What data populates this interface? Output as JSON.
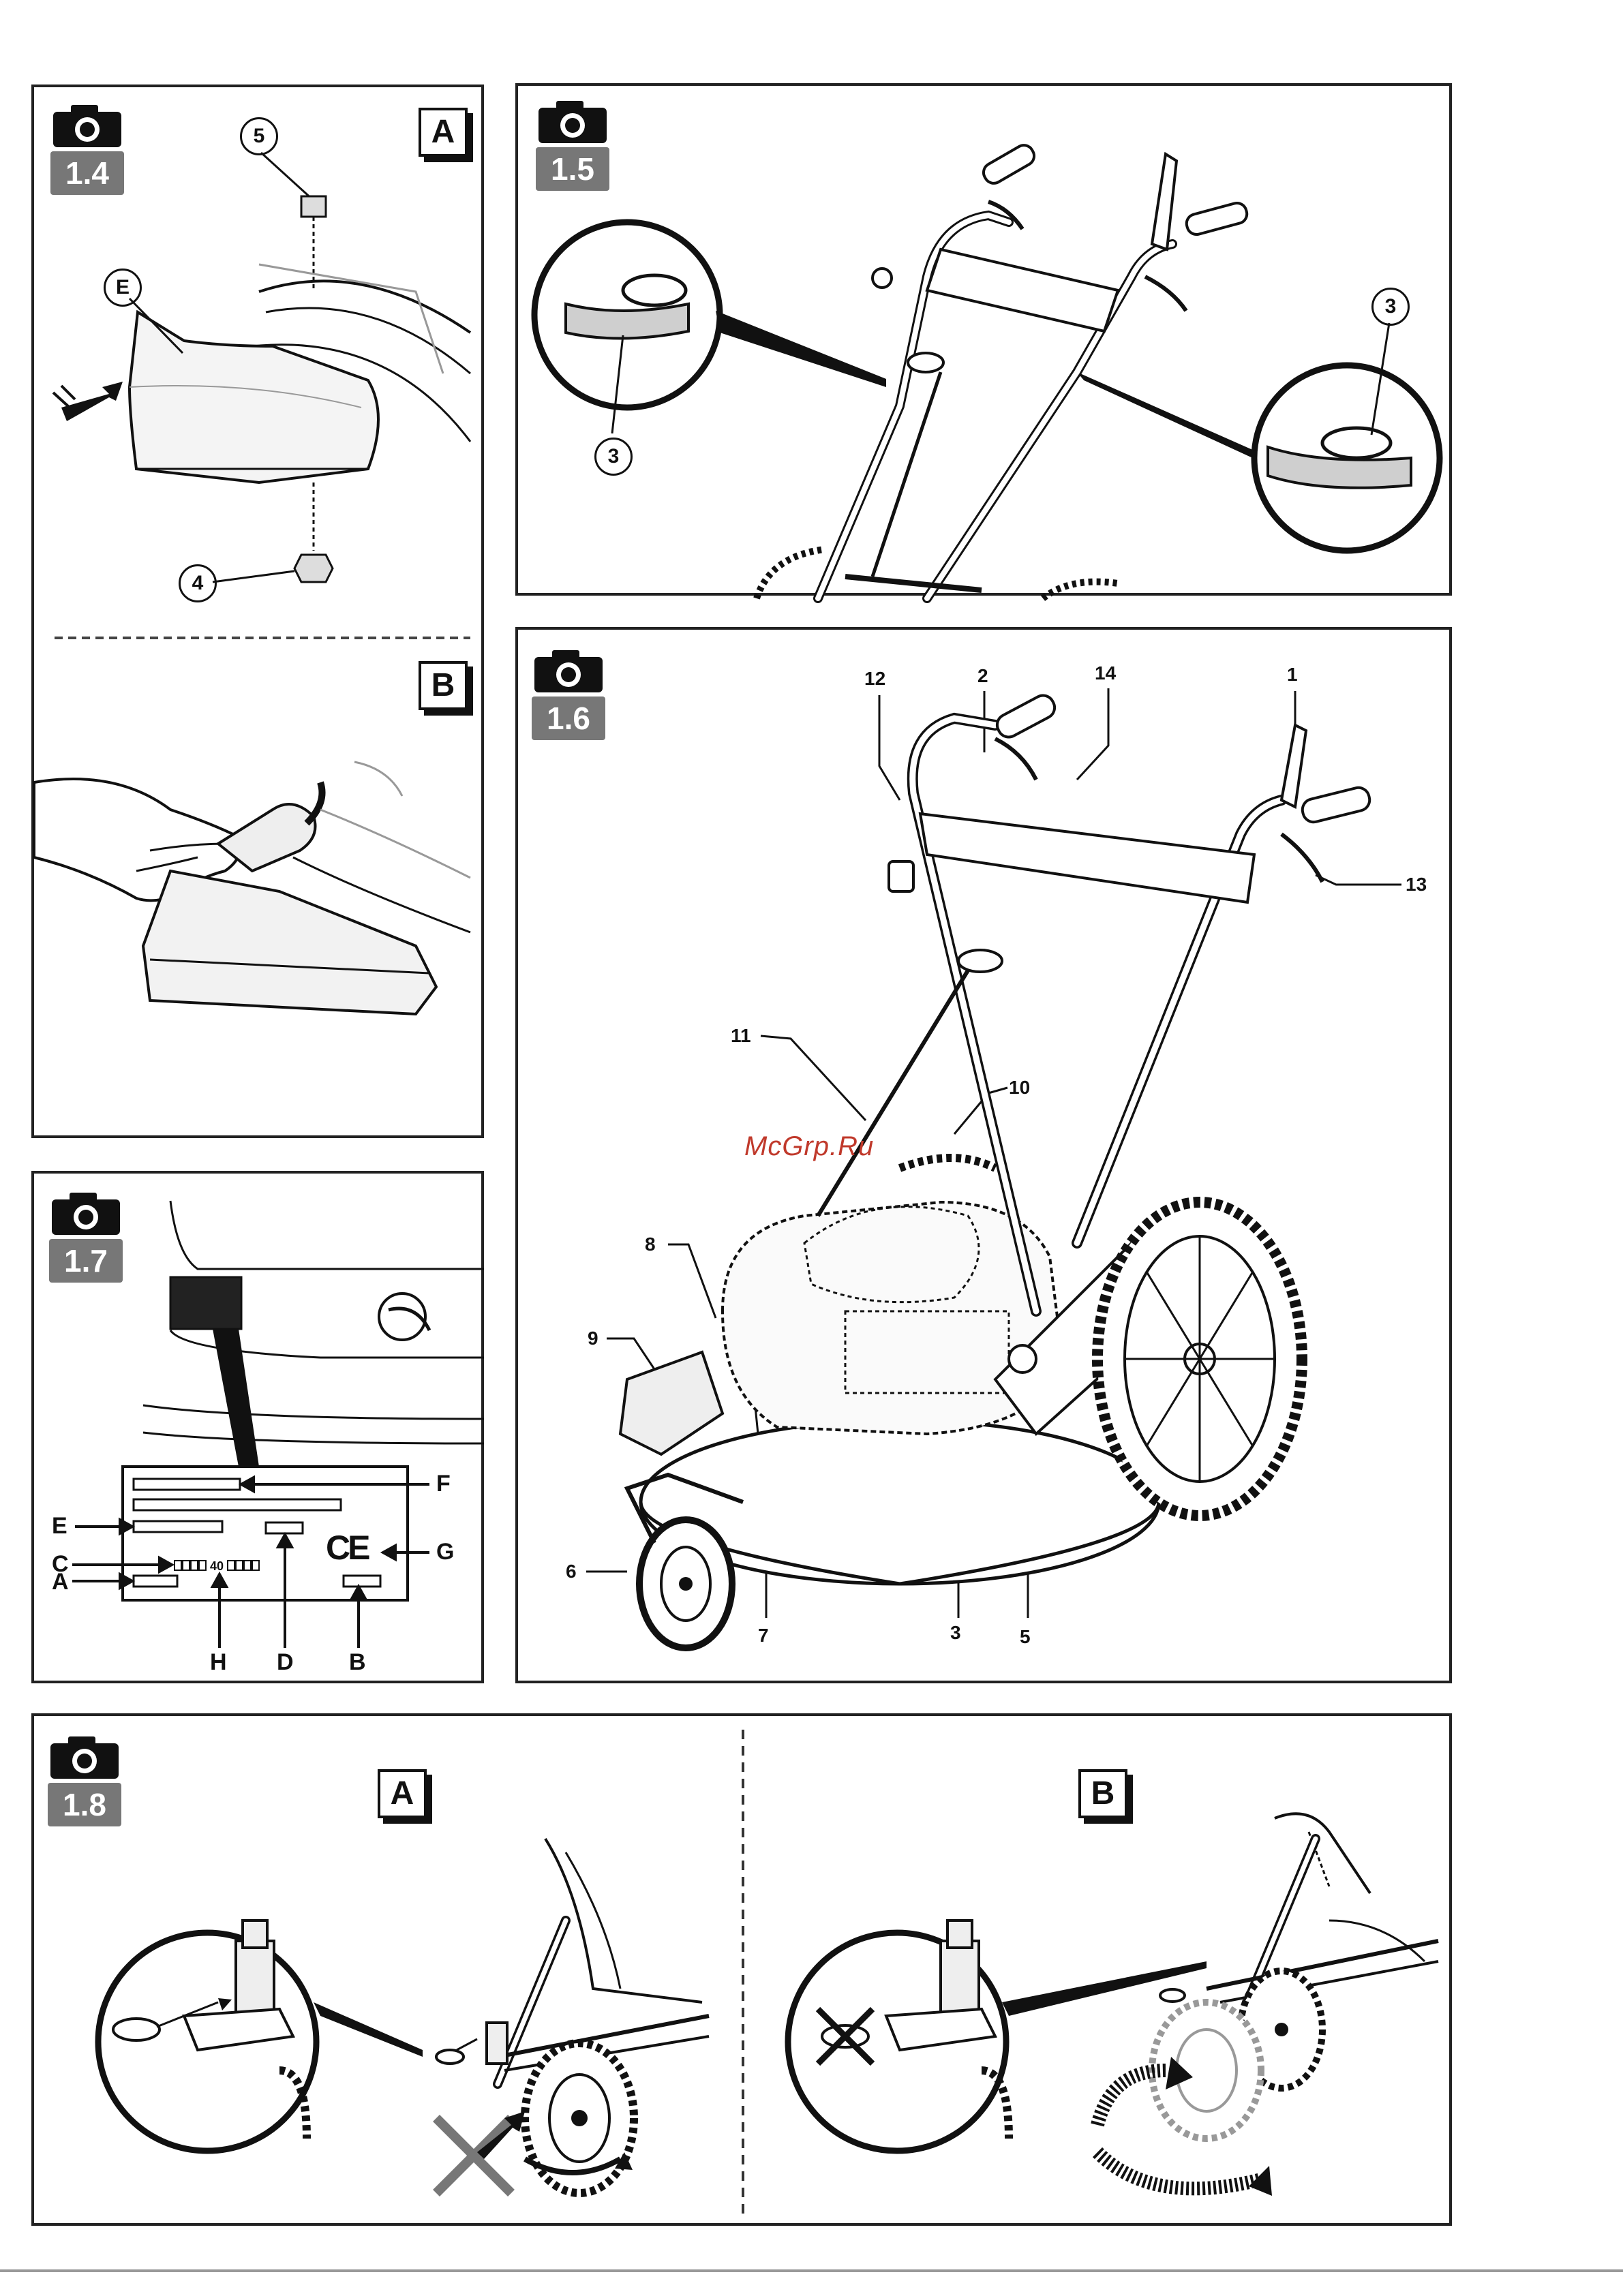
{
  "watermark": "McGrp.Ru",
  "figures": {
    "f14": {
      "number": "1.4",
      "sub_a": "A",
      "sub_b": "B",
      "callouts": [
        "5",
        "E",
        "4"
      ]
    },
    "f15": {
      "number": "1.5",
      "callouts": [
        "3",
        "3"
      ]
    },
    "f16": {
      "number": "1.6",
      "labels": [
        "12",
        "2",
        "14",
        "1",
        "13",
        "11",
        "10",
        "8",
        "9",
        "6",
        "7",
        "3",
        "5"
      ]
    },
    "f17": {
      "number": "1.7",
      "letters": [
        "F",
        "E",
        "G",
        "C",
        "A",
        "H",
        "D",
        "B"
      ],
      "plate_text": "40",
      "ce_mark": "CE"
    },
    "f18": {
      "number": "1.8",
      "sub_a": "A",
      "sub_b": "B"
    }
  }
}
